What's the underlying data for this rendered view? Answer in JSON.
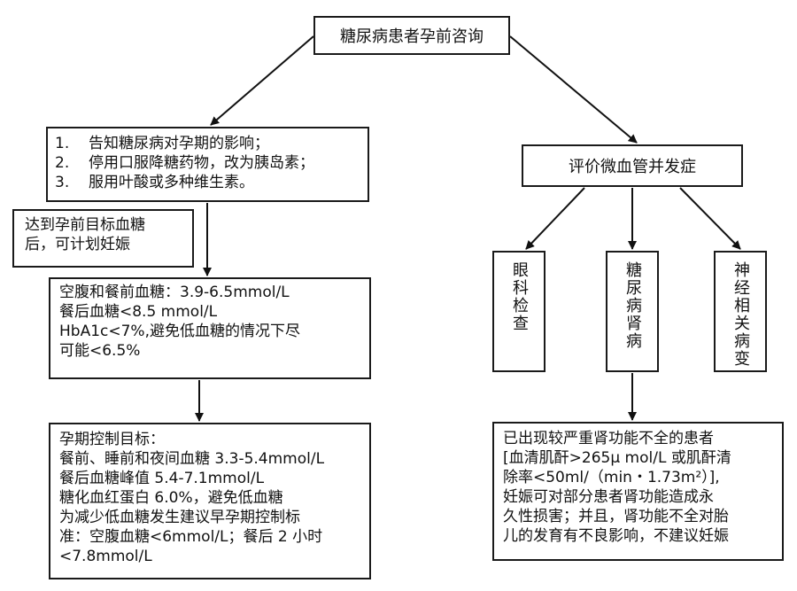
{
  "title": "糖尿病患者孕前咨询",
  "prep_box": {
    "items": [
      {
        "num": "1.",
        "text": "告知糖尿病对孕期的影响；"
      },
      {
        "num": "2.",
        "text": "停用口服降糖药物，改为胰岛素；"
      },
      {
        "num": "3.",
        "text": "服用叶酸或多种维生素。"
      }
    ]
  },
  "goal_note": {
    "lines": [
      "达到孕前目标血糖",
      "后，可计划妊娠"
    ]
  },
  "preconception_targets": {
    "lines": [
      "空腹和餐前血糖：3.9-6.5mmol/L",
      "餐后血糖<8.5 mmol/L",
      "HbA1c<7%,避免低血糖的情况下尽",
      "可能<6.5%"
    ]
  },
  "pregnancy_targets": {
    "lines": [
      "孕期控制目标：",
      "餐前、睡前和夜间血糖 3.3-5.4mmol/L",
      "餐后血糖峰值 5.4-7.1mmol/L",
      "糖化血红蛋白 6.0%，避免低血糖",
      "为减少低血糖发生建议早孕期控制标",
      "准：空腹血糖<6mmol/L；餐后 2 小时",
      "<7.8mmol/L"
    ]
  },
  "microvascular": "评价微血管并发症",
  "exams": {
    "eye": "眼科检查",
    "nephropathy": "糖尿病肾病",
    "neuropathy": "神经相关病变"
  },
  "renal_note": {
    "lines": [
      "已出现较严重肾功能不全的患者",
      "[血清肌酐>265μ mol/L 或肌酐清",
      "除率<50ml/（min・1.73m²）],",
      "妊娠可对部分患者肾功能造成永",
      "久性损害；并且，肾功能不全对胎",
      "儿的发育有不良影响，不建议妊娠"
    ]
  }
}
